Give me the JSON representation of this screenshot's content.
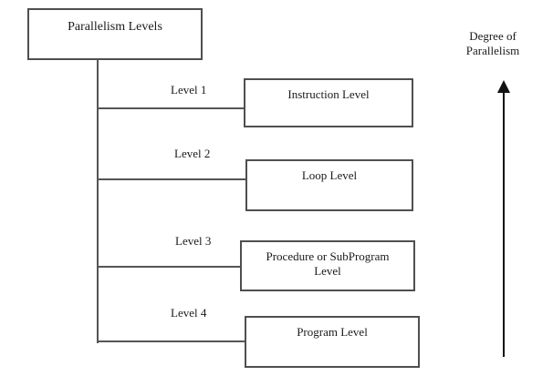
{
  "diagram": {
    "title_box": {
      "label": "Parallelism Levels"
    },
    "levels": [
      {
        "label": "Level 1",
        "node": "Instruction Level"
      },
      {
        "label": "Level 2",
        "node": "Loop Level"
      },
      {
        "label": "Level 3",
        "node": "Procedure or SubProgram\nLevel"
      },
      {
        "label": "Level 4",
        "node": "Program Level"
      }
    ],
    "axis": {
      "label": "Degree of\nParallelism"
    },
    "colors": {
      "background": "#ffffff",
      "box_border": "#4f4f4f",
      "connector_line": "#555555",
      "arrow": "#111111",
      "text": "#1a1a1a"
    }
  }
}
